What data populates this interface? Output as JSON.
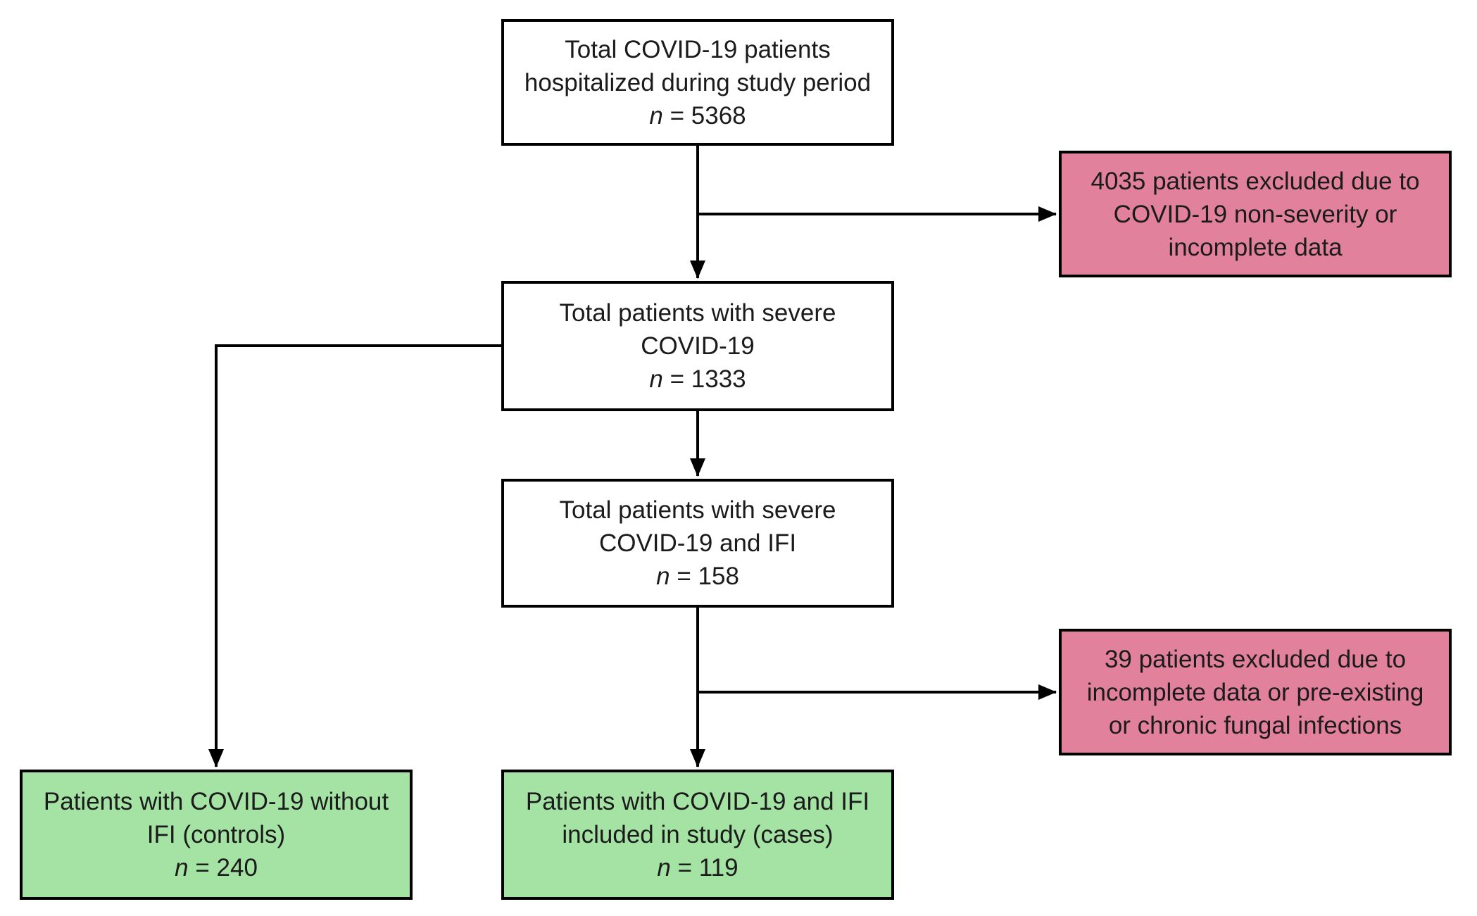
{
  "diagram": {
    "type": "patient-flow-chart",
    "background": "#ffffff",
    "colors": {
      "default_box_fill": "#ffffff",
      "excluded_box_fill": "#e2819b",
      "included_box_fill": "#a4e3a4",
      "border": "#000000",
      "connector": "#000000",
      "text": "#1b1b1b"
    },
    "nodes": [
      {
        "id": "total-hospitalized",
        "fill": "default",
        "lines": [
          "Total COVID-19 patients",
          "hospitalized during study period"
        ],
        "n_var": "n",
        "n_value": "= 5368"
      },
      {
        "id": "excluded-nonseverity",
        "fill": "excluded",
        "lines": [
          "4035 patients excluded due to",
          "COVID-19 non-severity or",
          "incomplete data"
        ]
      },
      {
        "id": "severe-covid",
        "fill": "default",
        "lines": [
          "Total patients with severe",
          "COVID-19"
        ],
        "n_var": "n",
        "n_value": "= 1333"
      },
      {
        "id": "severe-covid-ifi",
        "fill": "default",
        "lines": [
          "Total patients with severe",
          "COVID-19 and IFI"
        ],
        "n_var": "n",
        "n_value": "= 158"
      },
      {
        "id": "excluded-fungal",
        "fill": "excluded",
        "lines": [
          "39 patients excluded due to",
          "incomplete data or pre-existing",
          "or chronic fungal infections"
        ]
      },
      {
        "id": "controls",
        "fill": "included",
        "lines": [
          "Patients with COVID-19 without",
          "IFI (controls)"
        ],
        "n_var": "n",
        "n_value": "= 240"
      },
      {
        "id": "cases",
        "fill": "included",
        "lines": [
          "Patients with COVID-19 and IFI",
          "included in study (cases)"
        ],
        "n_var": "n",
        "n_value": "= 119"
      }
    ],
    "edges": [
      {
        "from": "total-hospitalized",
        "to": "severe-covid",
        "direction": "down"
      },
      {
        "from": "total-hospitalized",
        "to": "excluded-nonseverity",
        "direction": "right"
      },
      {
        "from": "severe-covid",
        "to": "severe-covid-ifi",
        "direction": "down"
      },
      {
        "from": "severe-covid",
        "to": "controls",
        "direction": "left-down"
      },
      {
        "from": "severe-covid-ifi",
        "to": "cases",
        "direction": "down"
      },
      {
        "from": "severe-covid-ifi",
        "to": "excluded-fungal",
        "direction": "right"
      }
    ]
  }
}
